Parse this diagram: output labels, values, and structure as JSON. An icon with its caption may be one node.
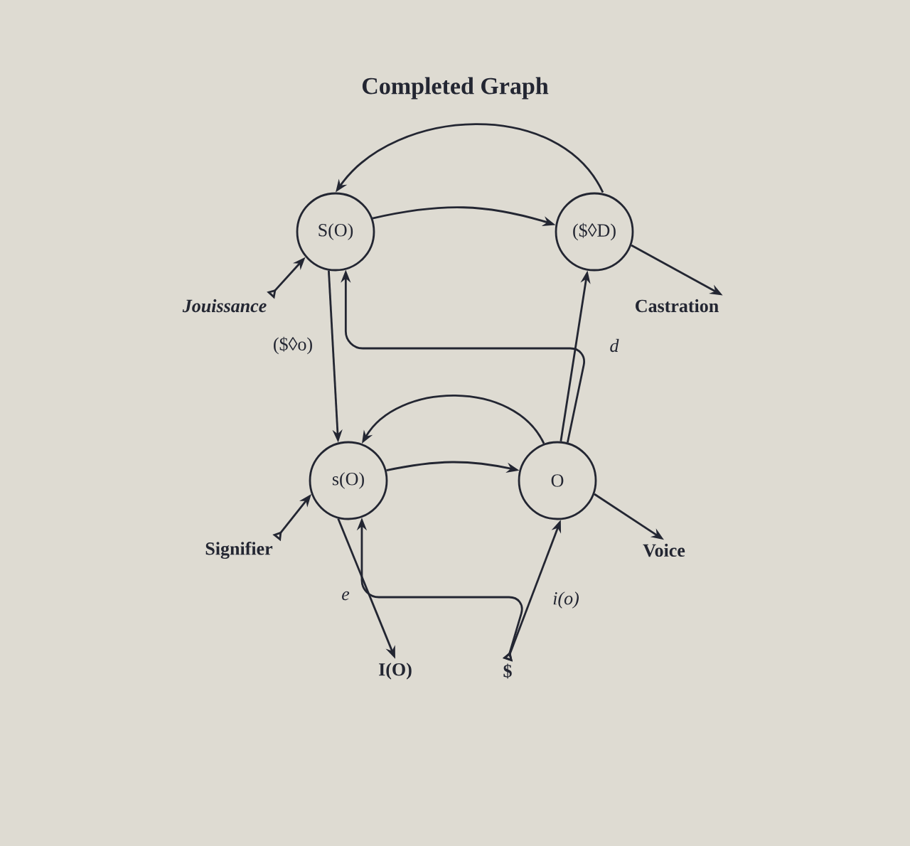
{
  "diagram": {
    "title": "Completed Graph",
    "nodes": [
      {
        "text": [
          "S(O)"
        ]
      },
      {
        "text": [
          "($◊D)"
        ]
      },
      {
        "text": [
          "s(O)"
        ]
      },
      {
        "text": [
          "O"
        ]
      },
      {
        "text": [
          "*Jouissance*"
        ]
      },
      {
        "text": [
          "Castration"
        ]
      },
      {
        "text": [
          "Signifier"
        ]
      },
      {
        "text": [
          "Voice"
        ]
      },
      {
        "text": [
          "I(O)"
        ]
      },
      {
        "text": [
          "$"
        ]
      }
    ],
    "edges": [
      {
        "from": 1,
        "to": 0,
        "arrow": "to"
      },
      {
        "from": 0,
        "to": 1,
        "arrow": "to"
      },
      {
        "from": 1,
        "to": 5,
        "arrow": "to"
      },
      {
        "from": 4,
        "to": 0,
        "arrow": "to"
      },
      {
        "from": 6,
        "to": 2,
        "arrow": "to"
      },
      {
        "from": 2,
        "to": 3,
        "arrow": "to"
      },
      {
        "from": 3,
        "to": 7,
        "arrow": "to"
      },
      {
        "from": 3,
        "to": 2,
        "arrow": "to"
      },
      {
        "from": 0,
        "to": 2,
        "arrow": "to"
      },
      {
        "from": 3,
        "to": 0,
        "arrow": "to"
      },
      {
        "from": 3,
        "to": 1,
        "arrow": "to"
      },
      {
        "from": 9,
        "to": 3,
        "arrow": "to"
      },
      {
        "from": 9,
        "to": 2,
        "arrow": "to"
      },
      {
        "from": 2,
        "to": 8,
        "arrow": "to"
      }
    ],
    "labels": [
      "($◊o)",
      "*d*",
      "*e*",
      "*i(o)*"
    ]
  }
}
